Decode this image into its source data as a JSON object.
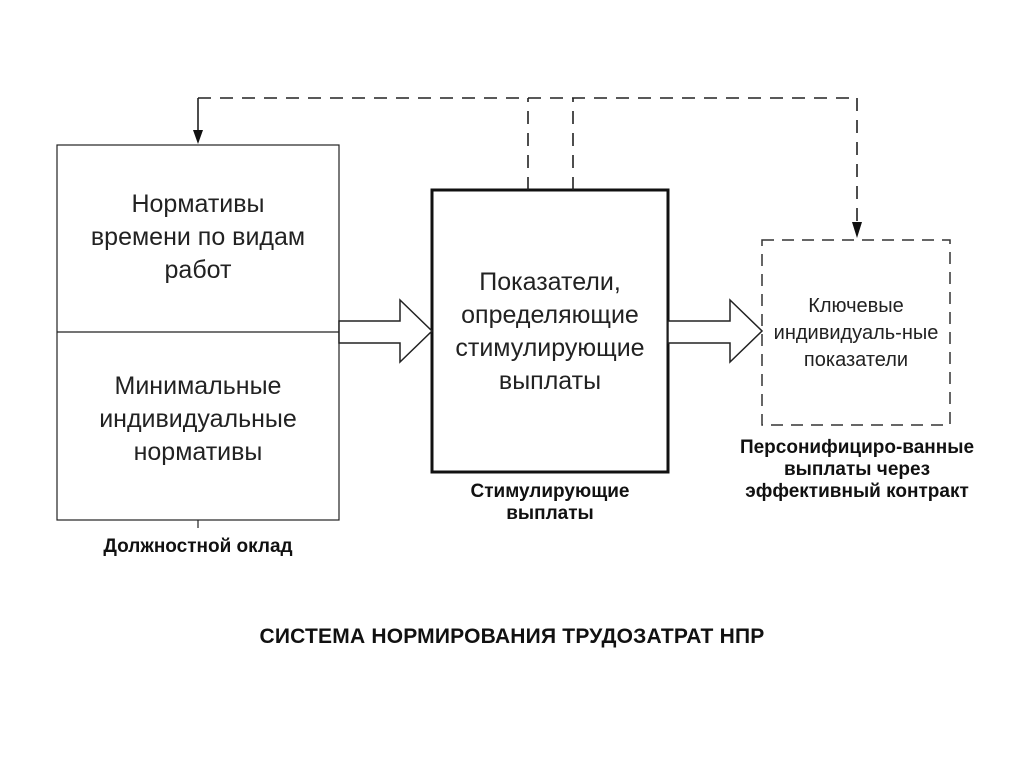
{
  "left_block": {
    "top_text": "Нормативы времени по видам работ",
    "bottom_text": "Минимальные индивидуальные нормативы",
    "caption": "Должностной оклад"
  },
  "center_block": {
    "text": "Показатели, определяющие стимулирующие выплаты",
    "caption": "Стимулирующие выплаты"
  },
  "right_block": {
    "text": "Ключевые индивидуаль-ные показатели",
    "caption": "Персонифициро-ванные выплаты через эффективный контракт"
  },
  "title": "СИСТЕМА НОРМИРОВАНИЯ ТРУДОЗАТРАТ НПР"
}
